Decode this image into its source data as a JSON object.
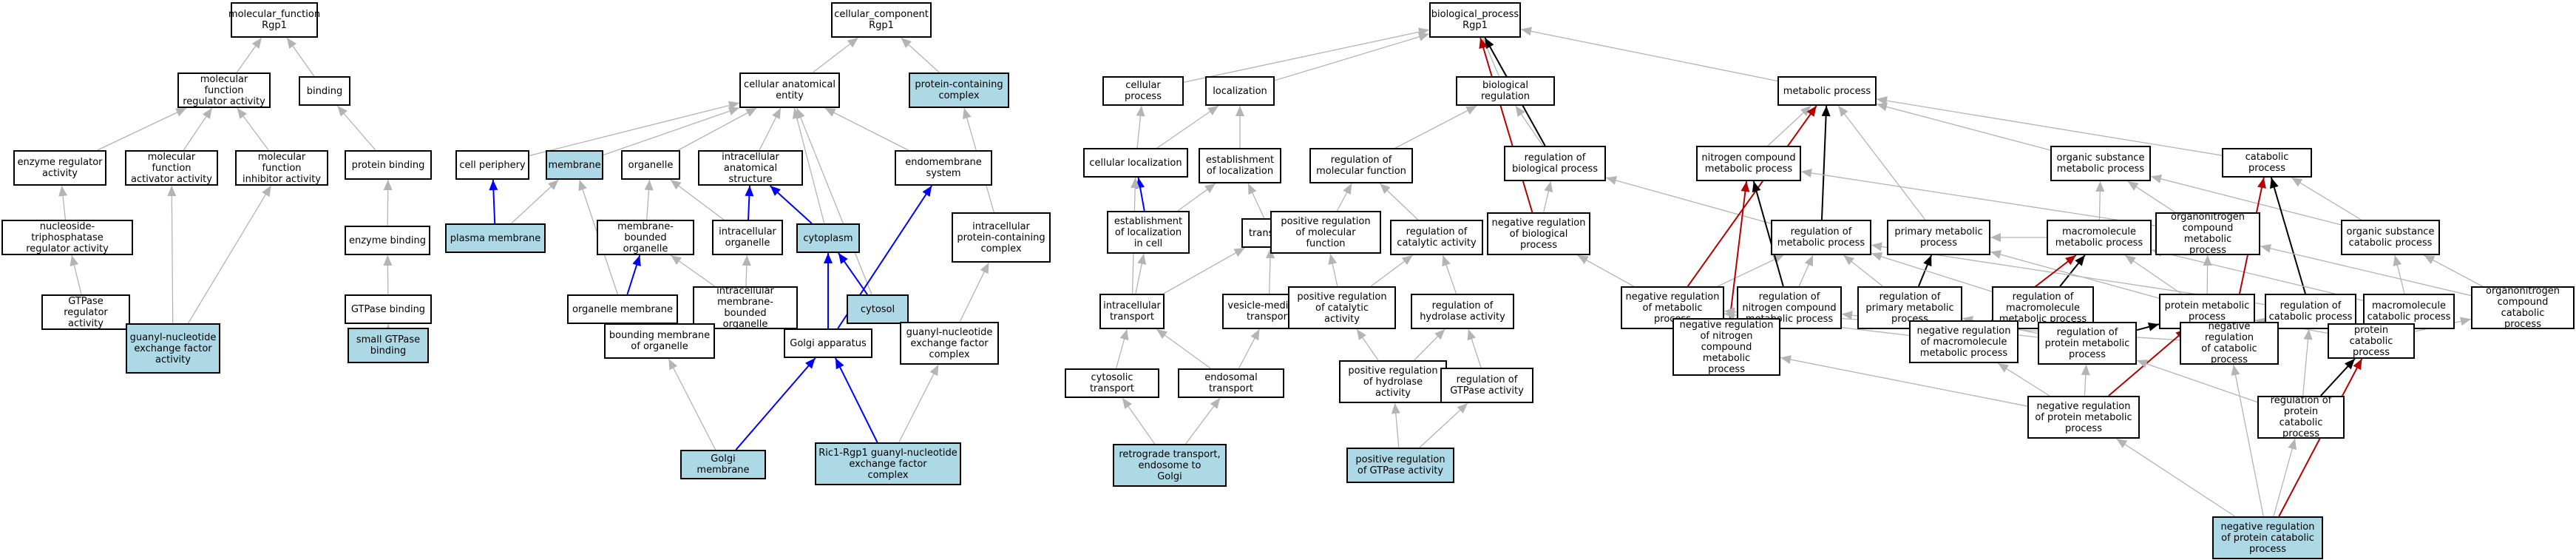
{
  "colors": {
    "highlight": "#add8e6",
    "gray": "#b4b4b4",
    "black": "#000000",
    "blue": "#0000ff",
    "red": "#b40000"
  },
  "nodes": [
    {
      "id": "mf",
      "label": "molecular_function\nRgp1",
      "hl": false
    },
    {
      "id": "mfra",
      "label": "molecular function\nregulator activity",
      "hl": false
    },
    {
      "id": "binding",
      "label": "binding",
      "hl": false
    },
    {
      "id": "era",
      "label": "enzyme regulator\nactivity",
      "hl": false
    },
    {
      "id": "mfaa",
      "label": "molecular function\nactivator activity",
      "hl": false
    },
    {
      "id": "mfia",
      "label": "molecular function\ninhibitor activity",
      "hl": false
    },
    {
      "id": "protbind",
      "label": "protein binding",
      "hl": false
    },
    {
      "id": "ntpra",
      "label": "nucleoside-triphosphatase\nregulator activity",
      "hl": false
    },
    {
      "id": "enzbind",
      "label": "enzyme binding",
      "hl": false
    },
    {
      "id": "gtpra",
      "label": "GTPase regulator\nactivity",
      "hl": false
    },
    {
      "id": "gtpbind",
      "label": "GTPase binding",
      "hl": false
    },
    {
      "id": "gnefa",
      "label": "guanyl-nucleotide\nexchange factor\nactivity",
      "hl": true
    },
    {
      "id": "sgtpb",
      "label": "small GTPase\nbinding",
      "hl": true
    },
    {
      "id": "cc",
      "label": "cellular_component\nRgp1",
      "hl": false
    },
    {
      "id": "cae",
      "label": "cellular anatomical\nentity",
      "hl": false
    },
    {
      "id": "pcc",
      "label": "protein-containing\ncomplex",
      "hl": true
    },
    {
      "id": "cperiph",
      "label": "cell periphery",
      "hl": false
    },
    {
      "id": "membrane",
      "label": "membrane",
      "hl": true
    },
    {
      "id": "organelle",
      "label": "organelle",
      "hl": false
    },
    {
      "id": "ias",
      "label": "intracellular\nanatomical structure",
      "hl": false
    },
    {
      "id": "endosys",
      "label": "endomembrane\nsystem",
      "hl": false
    },
    {
      "id": "pmem",
      "label": "plasma membrane",
      "hl": true
    },
    {
      "id": "mbo",
      "label": "membrane-bounded\norganelle",
      "hl": false
    },
    {
      "id": "iorg",
      "label": "intracellular\norganelle",
      "hl": false
    },
    {
      "id": "cytoplasm",
      "label": "cytoplasm",
      "hl": true
    },
    {
      "id": "ipcc",
      "label": "intracellular\nprotein-containing\ncomplex",
      "hl": false
    },
    {
      "id": "orgmem",
      "label": "organelle membrane",
      "hl": false
    },
    {
      "id": "imbo",
      "label": "intracellular\nmembrane-bounded\norganelle",
      "hl": false
    },
    {
      "id": "cytosol",
      "label": "cytosol",
      "hl": true
    },
    {
      "id": "bmo",
      "label": "bounding membrane\nof organelle",
      "hl": false
    },
    {
      "id": "golgi",
      "label": "Golgi apparatus",
      "hl": false
    },
    {
      "id": "gnefc",
      "label": "guanyl-nucleotide\nexchange factor\ncomplex",
      "hl": false
    },
    {
      "id": "golgimem",
      "label": "Golgi membrane",
      "hl": true
    },
    {
      "id": "ric1",
      "label": "Ric1-Rgp1 guanyl-nucleotide\nexchange factor\ncomplex",
      "hl": true
    },
    {
      "id": "bp",
      "label": "biological_process\nRgp1",
      "hl": false
    },
    {
      "id": "cproc",
      "label": "cellular process",
      "hl": false
    },
    {
      "id": "loc",
      "label": "localization",
      "hl": false
    },
    {
      "id": "bioreg",
      "label": "biological regulation",
      "hl": false
    },
    {
      "id": "metab",
      "label": "metabolic process",
      "hl": false
    },
    {
      "id": "cloc",
      "label": "cellular localization",
      "hl": false
    },
    {
      "id": "estloc",
      "label": "establishment\nof localization",
      "hl": false
    },
    {
      "id": "regmf",
      "label": "regulation of\nmolecular function",
      "hl": false
    },
    {
      "id": "regbp",
      "label": "regulation of\nbiological process",
      "hl": false
    },
    {
      "id": "ncmp",
      "label": "nitrogen compound\nmetabolic process",
      "hl": false
    },
    {
      "id": "osmp",
      "label": "organic substance\nmetabolic process",
      "hl": false
    },
    {
      "id": "catab",
      "label": "catabolic process",
      "hl": false
    },
    {
      "id": "estlocc",
      "label": "establishment\nof localization\nin cell",
      "hl": false
    },
    {
      "id": "transport",
      "label": "transport",
      "hl": false
    },
    {
      "id": "posregmf",
      "label": "positive regulation\nof molecular\nfunction",
      "hl": false
    },
    {
      "id": "regcat",
      "label": "regulation of\ncatalytic activity",
      "hl": false
    },
    {
      "id": "negregbp",
      "label": "negative regulation\nof biological\nprocess",
      "hl": false
    },
    {
      "id": "regmp",
      "label": "regulation of\nmetabolic process",
      "hl": false
    },
    {
      "id": "primp",
      "label": "primary metabolic\nprocess",
      "hl": false
    },
    {
      "id": "mmp",
      "label": "macromolecule\nmetabolic process",
      "hl": false
    },
    {
      "id": "oncmp",
      "label": "organonitrogen\ncompound metabolic\nprocess",
      "hl": false
    },
    {
      "id": "oscp",
      "label": "organic substance\ncatabolic process",
      "hl": false
    },
    {
      "id": "itrans",
      "label": "intracellular\ntransport",
      "hl": false
    },
    {
      "id": "vmt",
      "label": "vesicle-mediated\ntransport",
      "hl": false
    },
    {
      "id": "posregcat",
      "label": "positive regulation\nof catalytic\nactivity",
      "hl": false
    },
    {
      "id": "reghyd",
      "label": "regulation of\nhydrolase activity",
      "hl": false
    },
    {
      "id": "negregmp",
      "label": "negative regulation\nof metabolic\nprocess",
      "hl": false
    },
    {
      "id": "regncmp",
      "label": "regulation of\nnitrogen compound\nmetabolic process",
      "hl": false
    },
    {
      "id": "regpmp",
      "label": "regulation of\nprimary metabolic\nprocess",
      "hl": false
    },
    {
      "id": "regmmp",
      "label": "regulation of\nmacromolecule\nmetabolic process",
      "hl": false
    },
    {
      "id": "pmp",
      "label": "protein metabolic\nprocess",
      "hl": false
    },
    {
      "id": "regcp",
      "label": "regulation of\ncatabolic process",
      "hl": false
    },
    {
      "id": "mcp",
      "label": "macromolecule\ncatabolic process",
      "hl": false
    },
    {
      "id": "occp",
      "label": "organonitrogen\ncompound catabolic\nprocess",
      "hl": false
    },
    {
      "id": "cytotrans",
      "label": "cytosolic transport",
      "hl": false
    },
    {
      "id": "endotrans",
      "label": "endosomal transport",
      "hl": false
    },
    {
      "id": "posreghyd",
      "label": "positive regulation\nof hydrolase\nactivity",
      "hl": false
    },
    {
      "id": "reggtp",
      "label": "regulation of\nGTPase activity",
      "hl": false
    },
    {
      "id": "negregncmp",
      "label": "negative regulation\nof nitrogen\ncompound metabolic\nprocess",
      "hl": false
    },
    {
      "id": "negregmmp",
      "label": "negative regulation\nof macromolecule\nmetabolic process",
      "hl": false
    },
    {
      "id": "regprotmp",
      "label": "regulation of\nprotein metabolic\nprocess",
      "hl": false
    },
    {
      "id": "negregcp",
      "label": "negative regulation\nof catabolic\nprocess",
      "hl": false
    },
    {
      "id": "protcat",
      "label": "protein catabolic\nprocess",
      "hl": false
    },
    {
      "id": "retro",
      "label": "retrograde transport,\nendosome to\nGolgi",
      "hl": true
    },
    {
      "id": "posreggtp",
      "label": "positive regulation\nof GTPase activity",
      "hl": true
    },
    {
      "id": "negregprotmp",
      "label": "negative regulation\nof protein metabolic\nprocess",
      "hl": false
    },
    {
      "id": "regprotcat",
      "label": "regulation of\nprotein catabolic\nprocess",
      "hl": false
    },
    {
      "id": "negregprotcat",
      "label": "negative regulation\nof protein catabolic\nprocess",
      "hl": true
    }
  ],
  "edges": [
    {
      "from": "mfra",
      "to": "mf",
      "type": "gray"
    },
    {
      "from": "binding",
      "to": "mf",
      "type": "gray"
    },
    {
      "from": "era",
      "to": "mfra",
      "type": "gray"
    },
    {
      "from": "mfaa",
      "to": "mfra",
      "type": "gray"
    },
    {
      "from": "mfia",
      "to": "mfra",
      "type": "gray"
    },
    {
      "from": "protbind",
      "to": "binding",
      "type": "gray"
    },
    {
      "from": "ntpra",
      "to": "era",
      "type": "gray"
    },
    {
      "from": "enzbind",
      "to": "protbind",
      "type": "gray"
    },
    {
      "from": "gtpra",
      "to": "ntpra",
      "type": "gray"
    },
    {
      "from": "gtpbind",
      "to": "enzbind",
      "type": "gray"
    },
    {
      "from": "gnefa",
      "to": "gtpra",
      "type": "gray"
    },
    {
      "from": "gnefa",
      "to": "mfaa",
      "type": "gray"
    },
    {
      "from": "gnefa",
      "to": "mfia",
      "type": "gray"
    },
    {
      "from": "sgtpb",
      "to": "gtpbind",
      "type": "gray"
    },
    {
      "from": "cae",
      "to": "cc",
      "type": "gray"
    },
    {
      "from": "pcc",
      "to": "cc",
      "type": "gray"
    },
    {
      "from": "cperiph",
      "to": "cae",
      "type": "gray"
    },
    {
      "from": "membrane",
      "to": "cae",
      "type": "gray"
    },
    {
      "from": "organelle",
      "to": "cae",
      "type": "gray"
    },
    {
      "from": "ias",
      "to": "cae",
      "type": "gray"
    },
    {
      "from": "endosys",
      "to": "cae",
      "type": "gray"
    },
    {
      "from": "cytoplasm",
      "to": "cae",
      "type": "gray"
    },
    {
      "from": "cytosol",
      "to": "cae",
      "type": "gray"
    },
    {
      "from": "pmem",
      "to": "cperiph",
      "type": "blue"
    },
    {
      "from": "pmem",
      "to": "membrane",
      "type": "gray"
    },
    {
      "from": "mbo",
      "to": "organelle",
      "type": "gray"
    },
    {
      "from": "iorg",
      "to": "organelle",
      "type": "gray"
    },
    {
      "from": "iorg",
      "to": "ias",
      "type": "blue"
    },
    {
      "from": "cytoplasm",
      "to": "ias",
      "type": "blue"
    },
    {
      "from": "ipcc",
      "to": "pcc",
      "type": "gray"
    },
    {
      "from": "orgmem",
      "to": "membrane",
      "type": "gray"
    },
    {
      "from": "orgmem",
      "to": "mbo",
      "type": "blue"
    },
    {
      "from": "imbo",
      "to": "mbo",
      "type": "gray"
    },
    {
      "from": "imbo",
      "to": "iorg",
      "type": "gray"
    },
    {
      "from": "cytosol",
      "to": "cytoplasm",
      "type": "blue"
    },
    {
      "from": "bmo",
      "to": "orgmem",
      "type": "gray"
    },
    {
      "from": "golgi",
      "to": "imbo",
      "type": "gray"
    },
    {
      "from": "golgi",
      "to": "cytoplasm",
      "type": "blue"
    },
    {
      "from": "golgi",
      "to": "endosys",
      "type": "blue"
    },
    {
      "from": "gnefc",
      "to": "ipcc",
      "type": "gray"
    },
    {
      "from": "golgimem",
      "to": "bmo",
      "type": "gray"
    },
    {
      "from": "golgimem",
      "to": "golgi",
      "type": "blue"
    },
    {
      "from": "ric1",
      "to": "golgi",
      "type": "blue"
    },
    {
      "from": "ric1",
      "to": "gnefc",
      "type": "gray"
    },
    {
      "from": "cproc",
      "to": "bp",
      "type": "gray"
    },
    {
      "from": "loc",
      "to": "bp",
      "type": "gray"
    },
    {
      "from": "bioreg",
      "to": "bp",
      "type": "gray"
    },
    {
      "from": "metab",
      "to": "bp",
      "type": "gray"
    },
    {
      "from": "regbp",
      "to": "bp",
      "type": "black"
    },
    {
      "from": "negregbp",
      "to": "bp",
      "type": "red"
    },
    {
      "from": "cloc",
      "to": "cproc",
      "type": "gray"
    },
    {
      "from": "cloc",
      "to": "loc",
      "type": "gray"
    },
    {
      "from": "estloc",
      "to": "loc",
      "type": "gray"
    },
    {
      "from": "regmf",
      "to": "bioreg",
      "type": "gray"
    },
    {
      "from": "regbp",
      "to": "bioreg",
      "type": "gray"
    },
    {
      "from": "ncmp",
      "to": "metab",
      "type": "gray"
    },
    {
      "from": "osmp",
      "to": "metab",
      "type": "gray"
    },
    {
      "from": "catab",
      "to": "metab",
      "type": "gray"
    },
    {
      "from": "regmp",
      "to": "metab",
      "type": "black"
    },
    {
      "from": "primp",
      "to": "metab",
      "type": "gray"
    },
    {
      "from": "estlocc",
      "to": "cloc",
      "type": "blue"
    },
    {
      "from": "estlocc",
      "to": "estloc",
      "type": "gray"
    },
    {
      "from": "transport",
      "to": "estloc",
      "type": "gray"
    },
    {
      "from": "posregmf",
      "to": "regmf",
      "type": "gray"
    },
    {
      "from": "regcat",
      "to": "regmf",
      "type": "gray"
    },
    {
      "from": "negregbp",
      "to": "regbp",
      "type": "gray"
    },
    {
      "from": "regmp",
      "to": "regbp",
      "type": "gray"
    },
    {
      "from": "mmp",
      "to": "osmp",
      "type": "gray"
    },
    {
      "from": "mmp",
      "to": "primp",
      "type": "gray"
    },
    {
      "from": "oncmp",
      "to": "osmp",
      "type": "gray"
    },
    {
      "from": "oncmp",
      "to": "ncmp",
      "type": "gray"
    },
    {
      "from": "oscp",
      "to": "osmp",
      "type": "gray"
    },
    {
      "from": "oscp",
      "to": "catab",
      "type": "gray"
    },
    {
      "from": "itrans",
      "to": "cloc",
      "type": "gray"
    },
    {
      "from": "itrans",
      "to": "transport",
      "type": "gray"
    },
    {
      "from": "itrans",
      "to": "estlocc",
      "type": "gray"
    },
    {
      "from": "vmt",
      "to": "transport",
      "type": "gray"
    },
    {
      "from": "posregcat",
      "to": "posregmf",
      "type": "gray"
    },
    {
      "from": "posregcat",
      "to": "regcat",
      "type": "gray"
    },
    {
      "from": "reghyd",
      "to": "regcat",
      "type": "gray"
    },
    {
      "from": "negregmp",
      "to": "regmp",
      "type": "gray"
    },
    {
      "from": "negregmp",
      "to": "negregbp",
      "type": "gray"
    },
    {
      "from": "negregmp",
      "to": "metab",
      "type": "red"
    },
    {
      "from": "regncmp",
      "to": "regmp",
      "type": "gray"
    },
    {
      "from": "regncmp",
      "to": "ncmp",
      "type": "black"
    },
    {
      "from": "regpmp",
      "to": "regmp",
      "type": "gray"
    },
    {
      "from": "regpmp",
      "to": "primp",
      "type": "black"
    },
    {
      "from": "regmmp",
      "to": "regmp",
      "type": "gray"
    },
    {
      "from": "regmmp",
      "to": "mmp",
      "type": "black"
    },
    {
      "from": "pmp",
      "to": "mmp",
      "type": "gray"
    },
    {
      "from": "pmp",
      "to": "oncmp",
      "type": "gray"
    },
    {
      "from": "pmp",
      "to": "primp",
      "type": "gray"
    },
    {
      "from": "regcp",
      "to": "regmp",
      "type": "gray"
    },
    {
      "from": "regcp",
      "to": "catab",
      "type": "black"
    },
    {
      "from": "mcp",
      "to": "mmp",
      "type": "gray"
    },
    {
      "from": "mcp",
      "to": "oscp",
      "type": "gray"
    },
    {
      "from": "occp",
      "to": "oncmp",
      "type": "gray"
    },
    {
      "from": "occp",
      "to": "oscp",
      "type": "gray"
    },
    {
      "from": "cytotrans",
      "to": "itrans",
      "type": "gray"
    },
    {
      "from": "endotrans",
      "to": "itrans",
      "type": "gray"
    },
    {
      "from": "endotrans",
      "to": "vmt",
      "type": "gray"
    },
    {
      "from": "posreghyd",
      "to": "posregcat",
      "type": "gray"
    },
    {
      "from": "posreghyd",
      "to": "reghyd",
      "type": "gray"
    },
    {
      "from": "reggtp",
      "to": "reghyd",
      "type": "gray"
    },
    {
      "from": "negregncmp",
      "to": "negregmp",
      "type": "gray"
    },
    {
      "from": "negregncmp",
      "to": "regncmp",
      "type": "gray"
    },
    {
      "from": "negregncmp",
      "to": "ncmp",
      "type": "red"
    },
    {
      "from": "negregmmp",
      "to": "negregmp",
      "type": "gray"
    },
    {
      "from": "negregmmp",
      "to": "regmmp",
      "type": "gray"
    },
    {
      "from": "negregmmp",
      "to": "mmp",
      "type": "red"
    },
    {
      "from": "regprotmp",
      "to": "regpmp",
      "type": "gray"
    },
    {
      "from": "regprotmp",
      "to": "regmmp",
      "type": "gray"
    },
    {
      "from": "regprotmp",
      "to": "pmp",
      "type": "black"
    },
    {
      "from": "regprotmp",
      "to": "regncmp",
      "type": "gray"
    },
    {
      "from": "negregcp",
      "to": "regcp",
      "type": "gray"
    },
    {
      "from": "negregcp",
      "to": "negregmp",
      "type": "gray"
    },
    {
      "from": "negregcp",
      "to": "catab",
      "type": "red"
    },
    {
      "from": "protcat",
      "to": "pmp",
      "type": "gray"
    },
    {
      "from": "protcat",
      "to": "mcp",
      "type": "gray"
    },
    {
      "from": "protcat",
      "to": "occp",
      "type": "gray"
    },
    {
      "from": "retro",
      "to": "cytotrans",
      "type": "gray"
    },
    {
      "from": "retro",
      "to": "endotrans",
      "type": "gray"
    },
    {
      "from": "posreggtp",
      "to": "posreghyd",
      "type": "gray"
    },
    {
      "from": "posreggtp",
      "to": "reggtp",
      "type": "gray"
    },
    {
      "from": "negregprotmp",
      "to": "regprotmp",
      "type": "gray"
    },
    {
      "from": "negregprotmp",
      "to": "negregmmp",
      "type": "gray"
    },
    {
      "from": "negregprotmp",
      "to": "negregncmp",
      "type": "gray"
    },
    {
      "from": "negregprotmp",
      "to": "pmp",
      "type": "red"
    },
    {
      "from": "regprotcat",
      "to": "regprotmp",
      "type": "gray"
    },
    {
      "from": "regprotcat",
      "to": "regcp",
      "type": "gray"
    },
    {
      "from": "regprotcat",
      "to": "protcat",
      "type": "black"
    },
    {
      "from": "negregprotcat",
      "to": "regprotcat",
      "type": "gray"
    },
    {
      "from": "negregprotcat",
      "to": "negregprotmp",
      "type": "gray"
    },
    {
      "from": "negregprotcat",
      "to": "negregcp",
      "type": "gray"
    },
    {
      "from": "negregprotcat",
      "to": "protcat",
      "type": "red"
    }
  ]
}
